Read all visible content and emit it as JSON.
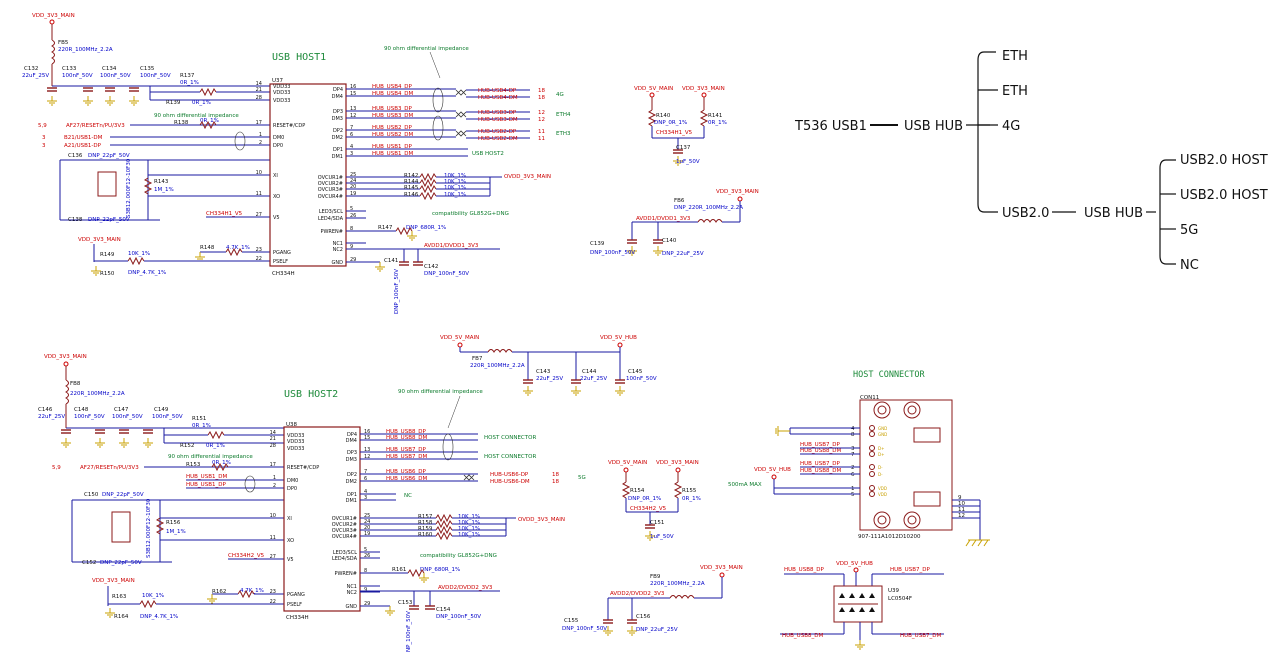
{
  "colors": {
    "wire": "#1a1aa0",
    "net_red": "#cc0000",
    "comp_blue": "#0000c8",
    "part": "#8b1a1a",
    "title_green": "#1d8a3a",
    "note_green": "#0a7a2a",
    "gnd_yellow": "#c8a000"
  },
  "host1": {
    "title": "USB HOST1",
    "ref": "U37",
    "part": "CH334H",
    "note_diff_top": "90 ohm differential impedance",
    "note_diff_left": "90 ohm differential impedance",
    "compat": "compatibility  GL852G+DNG",
    "left_pins": [
      {
        "num": "14",
        "name": "VDD33"
      },
      {
        "num": "21",
        "name": "VDD33"
      },
      {
        "num": "28",
        "name": "VDD33"
      },
      {
        "num": "17",
        "name": "RESET#/CDP"
      },
      {
        "num": "1",
        "name": "DM0"
      },
      {
        "num": "2",
        "name": "DP0"
      },
      {
        "num": "10",
        "name": "XI"
      },
      {
        "num": "11",
        "name": "XO"
      },
      {
        "num": "27",
        "name": "V5"
      },
      {
        "num": "23",
        "name": "PGANG"
      },
      {
        "num": "22",
        "name": "PSELF"
      }
    ],
    "right_pins": [
      {
        "num": "16",
        "name": "DP4"
      },
      {
        "num": "15",
        "name": "DM4"
      },
      {
        "num": "13",
        "name": "DP3"
      },
      {
        "num": "12",
        "name": "DM3"
      },
      {
        "num": "7",
        "name": "DP2"
      },
      {
        "num": "6",
        "name": "DM2"
      },
      {
        "num": "4",
        "name": "DP1"
      },
      {
        "num": "3",
        "name": "DM1"
      },
      {
        "num": "25",
        "name": "OVCUR1#"
      },
      {
        "num": "24",
        "name": "OVCUR2#"
      },
      {
        "num": "20",
        "name": "OVCUR3#"
      },
      {
        "num": "19",
        "name": "OVCUR4#"
      },
      {
        "num": "5",
        "name": "LED3/SCL"
      },
      {
        "num": "26",
        "name": "LED4/SDA"
      },
      {
        "num": "8",
        "name": "PWREN#"
      },
      {
        "num": "",
        "name": "NC1"
      },
      {
        "num": "9",
        "name": "NC2"
      },
      {
        "num": "29",
        "name": "GND"
      }
    ],
    "usb_nets": [
      "HUB_USB4_DP",
      "HUB_USB4_DM",
      "HUB_USB3_DP",
      "HUB_USB3_DM",
      "HUB_USB2_DP",
      "HUB_USB2_DM",
      "HUB_USB1_DP",
      "HUB_USB1_DM"
    ],
    "out_nets": [
      "HUB-USB4-DP",
      "HUB-USB4-DM",
      "HUB-USB3-DP",
      "HUB-USB3-DM",
      "HUB-USB2-DP",
      "HUB-USB2-DM"
    ],
    "out_nums": [
      "18",
      "18",
      "12",
      "12",
      "11",
      "11"
    ],
    "out_tags": [
      "4G",
      "ETH4",
      "ETH3"
    ],
    "host2_tag": "USB HOST2",
    "ovcur_res": [
      "R142",
      "R144",
      "R145",
      "R146"
    ],
    "ovcur_val": "10K_1%",
    "ovdd": "OVDD_3V3_MAIN",
    "vdd": "VDD_3V3_MAIN",
    "fb": "FB5",
    "fb_val": "220R_100MHz_2.2A",
    "caps": [
      {
        "ref": "C132",
        "val": "22uF_25V"
      },
      {
        "ref": "C133",
        "val": "100nF_50V"
      },
      {
        "ref": "C134",
        "val": "100nF_50V"
      },
      {
        "ref": "C135",
        "val": "100nF_50V"
      }
    ],
    "r137": "R137",
    "r137_val": "0R_1%",
    "r139": "R139",
    "r139_val": "0R_1%",
    "r138": "R138",
    "r138_val": "0R_1%",
    "reset_net": "AF27/RESETn/PU/3V3",
    "reset_num": "5,9",
    "dm_net": "B21/USB1-DM",
    "dp_net": "A21/USB1-DP",
    "dm_num": "3",
    "dp_num": "3",
    "c136": "C136",
    "c136_val": "DNP_22pF_50V",
    "c138": "C138",
    "c138_val": "DNP_22pF_50V",
    "r143": "R143",
    "r143_val": "1M_1%",
    "xtal": "S3B12.000F12-10F30",
    "v5_net": "CH334H1_V5",
    "r148": "R148",
    "r148_val": "4.7K_1%",
    "r149": "R149",
    "r149_val": "10K_1%",
    "r150": "R150",
    "r150_val": "DNP_4.7K_1%",
    "vdd_main": "VDD_3V3_MAIN",
    "r147": "R147",
    "r147_val": "DNP_680R_1%",
    "avdd": "AVDD1/DVDD1_3V3",
    "c141": "C141",
    "c141_val": "DNP_100nF_50V",
    "c142": "C142",
    "c142_val": "DNP_100nF_50V"
  },
  "host2": {
    "title": "USB HOST2",
    "ref": "U38",
    "part": "CH334H",
    "note_diff_top": "90 ohm differential impedance",
    "note_diff_left": "90 ohm differential impedance",
    "compat": "compatibility  GL852G+DNG",
    "usb_nets": [
      "HUB_USB8_DP",
      "HUB_USB8_DM",
      "HUB_USB7_DP",
      "HUB_USB7_DM",
      "HUB_USB6_DP",
      "HUB_USB6_DM"
    ],
    "out_nets": [
      "HUB-USB6-DP",
      "HUB-USB6-DM"
    ],
    "out_nums": [
      "18",
      "18"
    ],
    "conn_tag": "HOST CONNECTOR",
    "tag_5g": "5G",
    "tag_nc": "NC",
    "in_dm": "HUB_USB1_DM",
    "in_dp": "HUB_USB1_DP",
    "ovcur_res": [
      "R157",
      "R158",
      "R159",
      "R160"
    ],
    "ovcur_val": "10K_1%",
    "ovdd": "OVDD_3V3_MAIN",
    "vdd": "VDD_3V3_MAIN",
    "fb": "FB8",
    "fb_val": "220R_100MHz_2.2A",
    "caps": [
      {
        "ref": "C146",
        "val": "22uF_25V"
      },
      {
        "ref": "C148",
        "val": "100nF_50V"
      },
      {
        "ref": "C147",
        "val": "100nF_50V"
      },
      {
        "ref": "C149",
        "val": "100nF_50V"
      }
    ],
    "r151": "R151",
    "r151_val": "0R_1%",
    "r152": "R152",
    "r152_val": "0R_1%",
    "r153": "R153",
    "r153_val": "0R_1%",
    "reset_net": "AF27/RESETn/PU/3V3",
    "reset_num": "5,9",
    "c150": "C150",
    "c150_val": "DNP_22pF_50V",
    "c152": "C152",
    "c152_val": "DNP_22pF_50V",
    "r156": "R156",
    "r156_val": "1M_1%",
    "xtal": "S3B12.000F12-10F30",
    "v5_net": "CH334H2_V5",
    "r162": "R162",
    "r162_val": "4.7K_1%",
    "r163": "R163",
    "r163_val": "10K_1%",
    "r164": "R164",
    "r164_val": "DNP_4.7K_1%",
    "vdd_main": "VDD_3V3_MAIN",
    "r161": "R161",
    "r161_val": "DNP_680R_1%",
    "avdd": "AVDD2/DVDD2_3V3",
    "c153": "C153",
    "c153_val": "NP_100nF_50V",
    "c154": "C154",
    "c154_val": "DNP_100nF_50V"
  },
  "power1": {
    "vdd5": "VDD_5V_MAIN",
    "vdd33": "VDD_3V3_MAIN",
    "r140": "R140",
    "r140_val": "DNP_0R_1%",
    "r141": "R141",
    "r141_val": "0R_1%",
    "net": "CH334H1_V5",
    "c137": "C137",
    "c137_val": "1uF_50V",
    "fb6": "FB6",
    "fb6_val": "DNP_220R_100MHz_2.2A",
    "vdd33b": "VDD_3V3_MAIN",
    "avdd": "AVDD1/DVDD1_3V3",
    "c139": "C139",
    "c139_val": "DNP_100nF_50V",
    "c140": "C140",
    "c140_val": "DNP_22uF_25V"
  },
  "power2": {
    "vdd5": "VDD_5V_MAIN",
    "vdd5hub": "VDD_5V_HUB",
    "fb7": "FB7",
    "fb7_val": "220R_100MHz_2.2A",
    "c143": "C143",
    "c143_val": "22uF_25V",
    "c144": "C144",
    "c144_val": "22uF_25V",
    "c145": "C145",
    "c145_val": "100nF_50V",
    "vdd5b": "VDD_5V_MAIN",
    "vdd33": "VDD_3V3_MAIN",
    "r154": "R154",
    "r154_val": "DNP_0R_1%",
    "r155": "R155",
    "r155_val": "0R_1%",
    "net": "CH334H2_V5",
    "c151": "C151",
    "c151_val": "1uF_50V",
    "fb9": "FB9",
    "fb9_val": "220R_100MHz_2.2A",
    "vdd33b": "VDD_3V3_MAIN",
    "avdd": "AVDD2/DVDD2_3V3",
    "c155": "C155",
    "c155_val": "DNP_100nF_50V",
    "c156": "C156",
    "c156_val": "DNP_22uF_25V"
  },
  "connector": {
    "title": "HOST CONNECTOR",
    "ref": "CON11",
    "part": "907-111A1012D10200",
    "nets": [
      "HUB_USB7_DP",
      "HUB_USB8_DM",
      "HUB_USB7_DP",
      "HUB_USB8_DM"
    ],
    "vdd5hub": "VDD_5V_HUB",
    "maxnote": "500mA MAX",
    "pin_nums_left": [
      "4",
      "8",
      "3",
      "7",
      "2",
      "6",
      "1",
      "5"
    ],
    "pin_nums_right": [
      "9",
      "10",
      "11",
      "12"
    ],
    "pin_labels": [
      "GND",
      "GND",
      "D+",
      "D+",
      "D-",
      "D-",
      "VDD",
      "VDD"
    ]
  },
  "esd": {
    "vdd5hub": "VDD_5V_HUB",
    "ref": "U39",
    "part": "LC0504F",
    "tl": "HUB_USB8_DP",
    "tr": "HUB_USB7_DP",
    "bl": "HUB_USB8_DM",
    "br": "HUB_USB7_DM"
  },
  "tree": {
    "root": "T536 USB1",
    "hub1": "USB HUB",
    "h1_items": [
      "ETH",
      "ETH",
      "4G"
    ],
    "usb2": "USB2.0",
    "hub2": "USB HUB",
    "h2_items": [
      "USB2.0 HOST",
      "USB2.0 HOST",
      "5G",
      "NC"
    ]
  }
}
